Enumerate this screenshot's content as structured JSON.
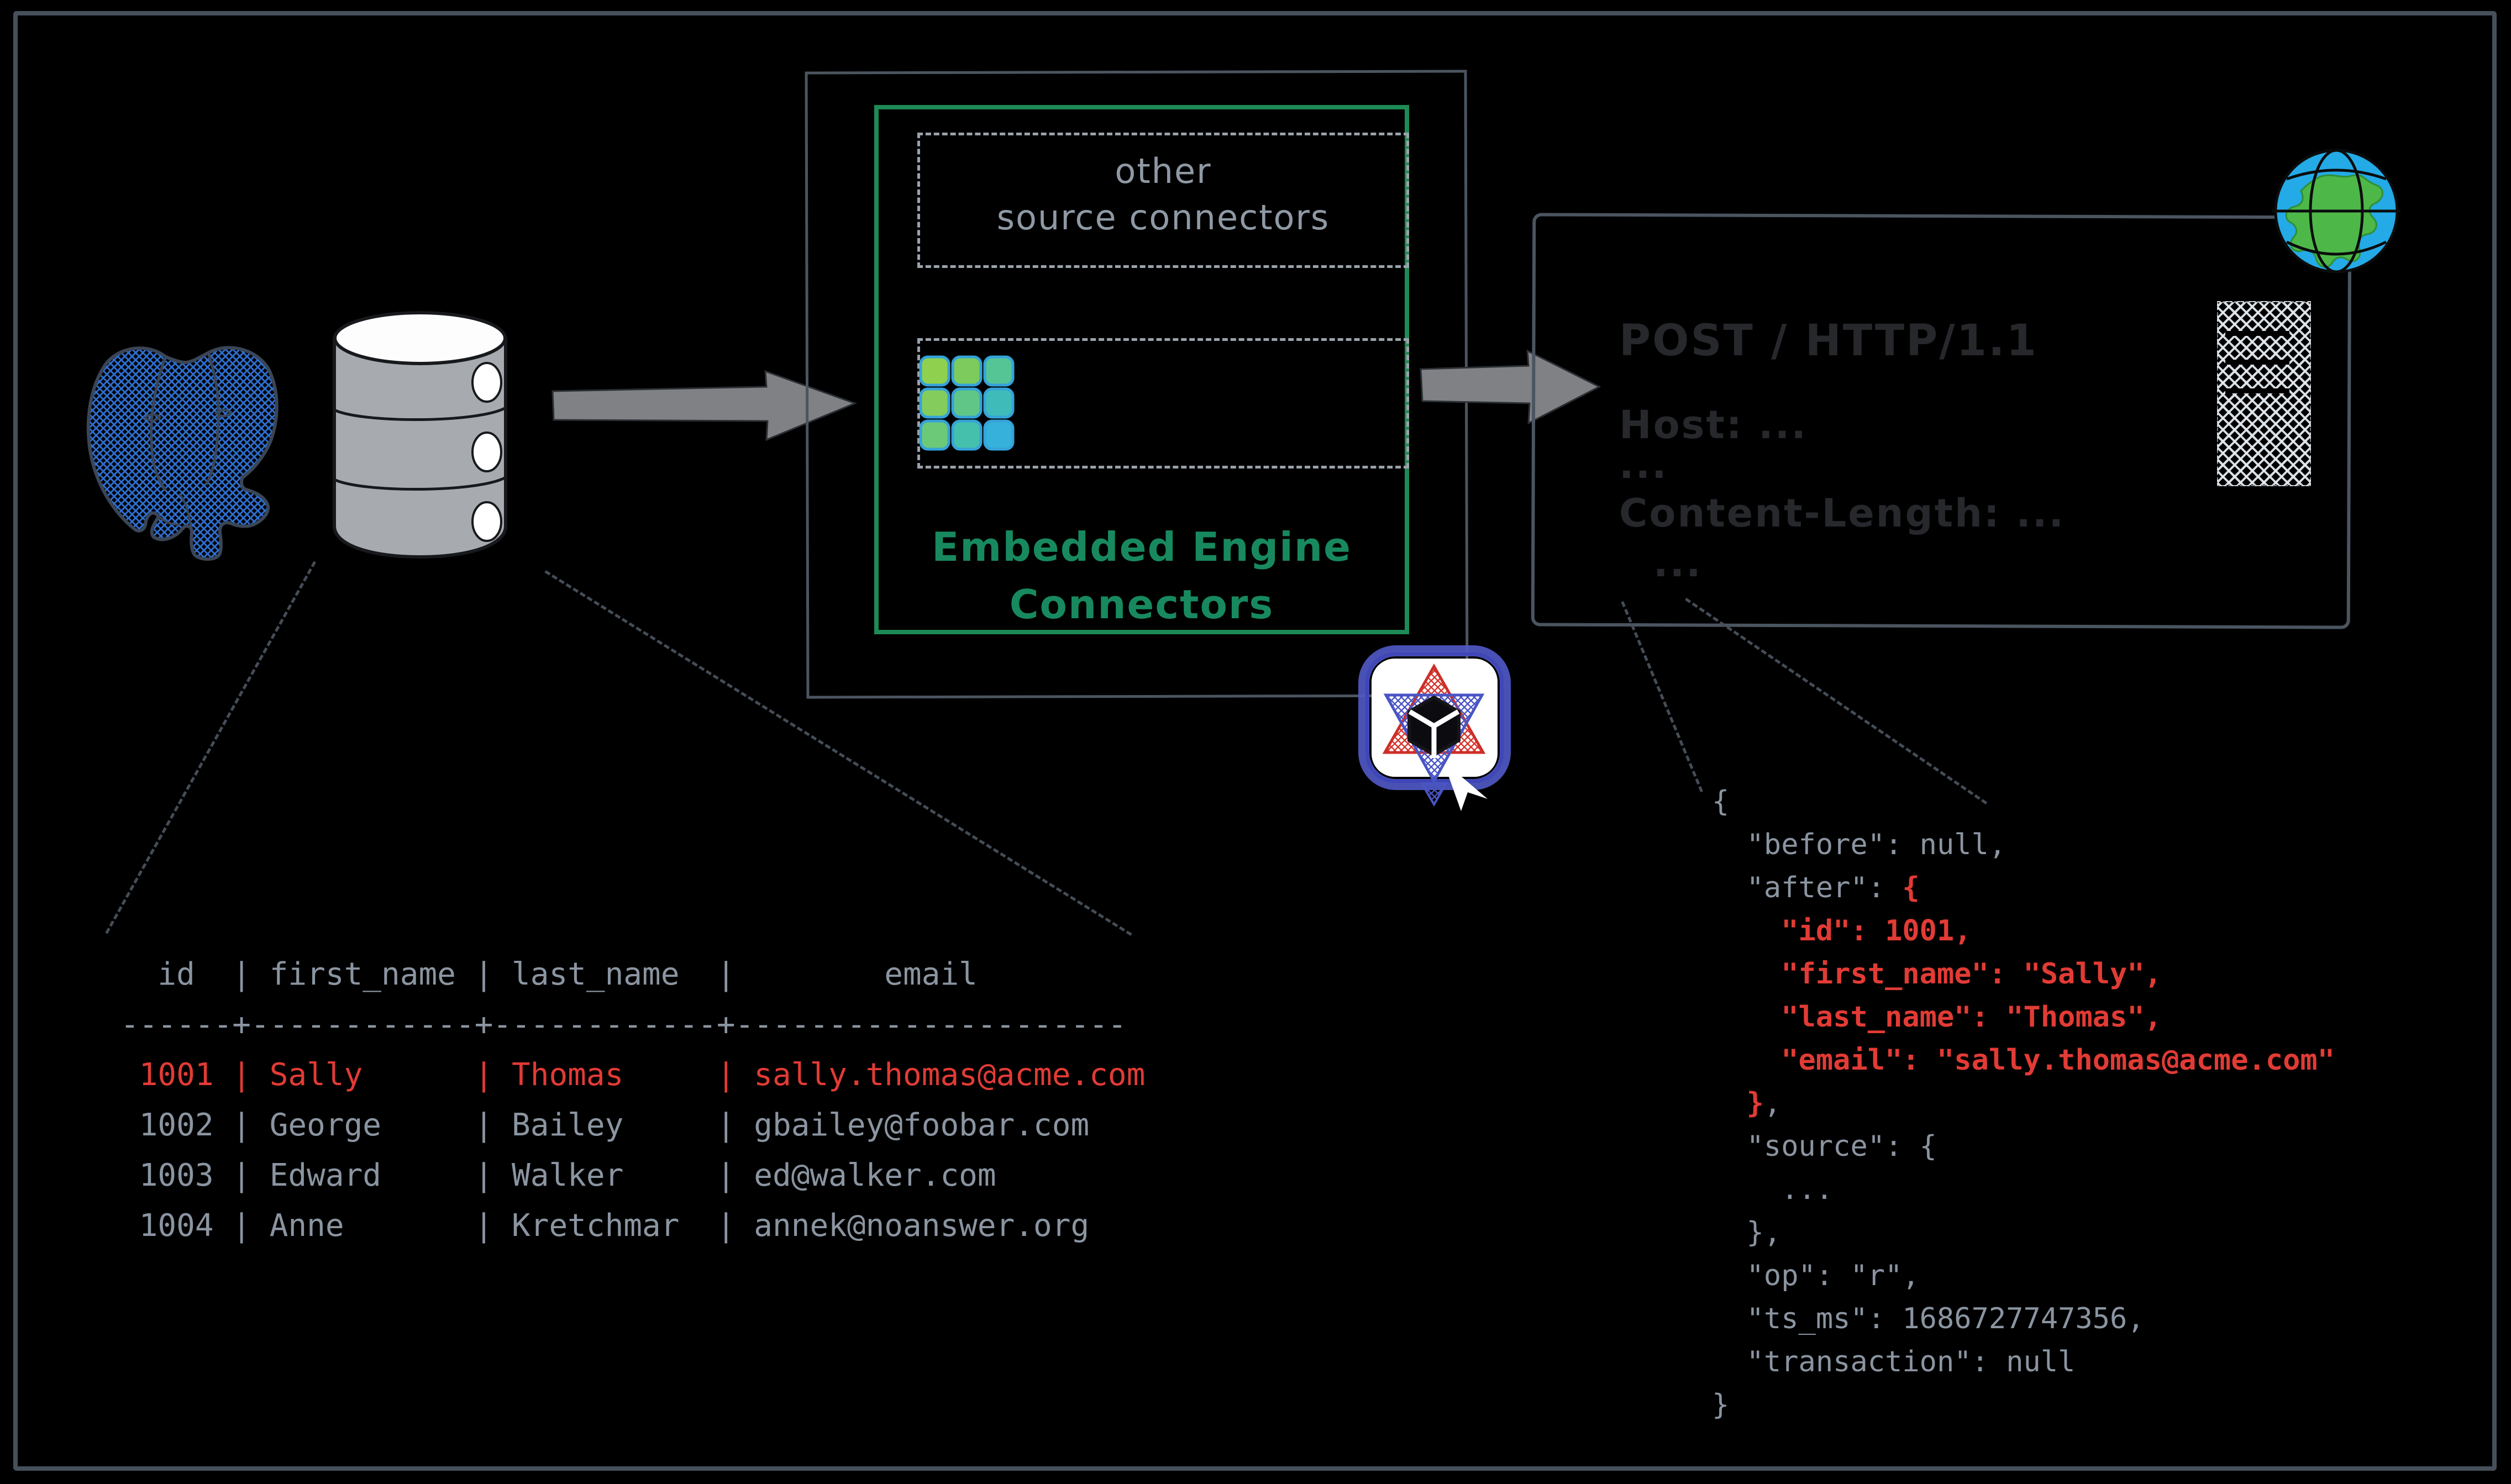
{
  "colors": {
    "background": "#000000",
    "frame_border": "#46505c",
    "box_border": "#4b5560",
    "dashed_box": "#9aa2ab",
    "dashed_connector": "#454d57",
    "text_gray": "#8b95a1",
    "text_red": "#e23b35",
    "green_border": "#1e8a55",
    "green_text": "#18895f",
    "http_text": "#26282c",
    "postgres_blue": "#2e6fd0",
    "cylinder_gray": "#a7aaae",
    "globe_blue": "#24aae6",
    "globe_green": "#4db848",
    "logo_blue": "#515ac9",
    "logo_red": "#d6362e"
  },
  "icons": {
    "postgres": "postgres-elephant-icon",
    "database": "database-cylinder-icon",
    "connector_grid": "connector-grid-icon",
    "globe": "globe-icon",
    "app_logo": "star-cube-app-icon",
    "cursor": "mouse-cursor-icon",
    "flow_arrow": "flow-arrow-icon"
  },
  "engine_panel": {
    "other_line1": "other",
    "other_line2": "source connectors",
    "label_line1": "Embedded Engine",
    "label_line2": "Connectors"
  },
  "http_request": {
    "line1": "POST / HTTP/1.1",
    "line2": "Host: ...",
    "line3": "...",
    "line4": "Content-Length: ...",
    "line5": "..."
  },
  "table": {
    "header": "  id  | first_name | last_name  |        email",
    "separator": "------+------------+------------+---------------------",
    "rows": [
      " 1001 | Sally      | Thomas     | sally.thomas@acme.com",
      " 1002 | George     | Bailey     | gbailey@foobar.com",
      " 1003 | Edward     | Walker     | ed@walker.com",
      " 1004 | Anne       | Kretchmar  | annek@noanswer.org"
    ]
  },
  "json_event": {
    "lines": [
      {
        "g": "{"
      },
      {
        "g": "  \"before\": null,"
      },
      {
        "g": "  \"after\": ",
        "r": "{"
      },
      {
        "r": "    \"id\": 1001,"
      },
      {
        "r": "    \"first_name\": \"Sally\","
      },
      {
        "r": "    \"last_name\": \"Thomas\","
      },
      {
        "r": "    \"email\": \"sally.thomas@acme.com\""
      },
      {
        "g": "  ",
        "r": "}",
        "p": ","
      },
      {
        "g": "  \"source\": {"
      },
      {
        "g": "    ..."
      },
      {
        "g": "  },"
      },
      {
        "g": "  \"op\": \"r\","
      },
      {
        "g": "  \"ts_ms\": 1686727747356,"
      },
      {
        "g": "  \"transaction\": null"
      },
      {
        "g": "}"
      }
    ]
  }
}
